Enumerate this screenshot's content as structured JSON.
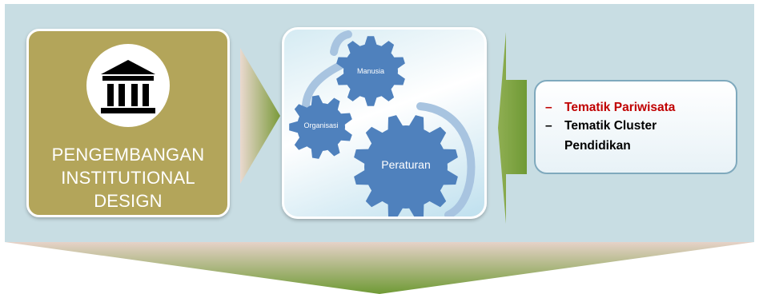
{
  "institution": {
    "title_lines": [
      "PENGEMBANGAN",
      "INSTITUTIONAL",
      "DESIGN"
    ],
    "icon": "institution-building-icon"
  },
  "gears": {
    "labels": {
      "manusia": "Manusia",
      "organisasi": "Organisasi",
      "peraturan": "Peraturan"
    },
    "gear_color": "#4f81bd",
    "cycle_arrow_color": "#a8c4e0"
  },
  "items": [
    {
      "dash": "–",
      "text": "Tematik Pariwisata",
      "color": "#c00000"
    },
    {
      "dash": "–",
      "text": "Tematik Cluster",
      "continuation": "Pendidikan",
      "color": "#000000"
    }
  ],
  "colors": {
    "panel": "#c8dde3",
    "institution_box": "#b3a55a",
    "arrow_green": "#7a9a3a",
    "arrow_light": "#ead9cf"
  }
}
